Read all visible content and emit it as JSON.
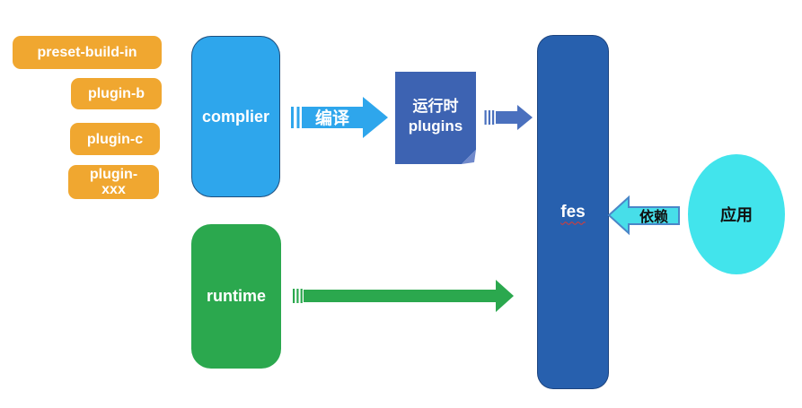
{
  "diagram": {
    "plugin_chips": [
      {
        "label": "preset-build-in"
      },
      {
        "label": "plugin-b"
      },
      {
        "label": "plugin-c"
      },
      {
        "label": "plugin-\nxxx"
      }
    ],
    "complier": {
      "label": "complier",
      "color": "#2EA6EC"
    },
    "runtime": {
      "label": "runtime",
      "color": "#2BA84E"
    },
    "runtime_plugins": {
      "label": "运行时\nplugins",
      "color": "#3D63B2",
      "fold_color": "#7089CB"
    },
    "fes": {
      "label": "fes",
      "color": "#2760AE"
    },
    "app": {
      "label": "应用",
      "color": "#42E4EC"
    },
    "arrows": {
      "compile": {
        "label": "编译",
        "color": "#2EA6EC"
      },
      "plugins_to_fes": {
        "color": "#4A70BE"
      },
      "runtime_to_fes": {
        "color": "#2BA84E"
      },
      "depend": {
        "label": "依赖",
        "fill": "#47DEE9",
        "outline": "#4A86C8"
      }
    },
    "chip_color": "#F0A730"
  }
}
